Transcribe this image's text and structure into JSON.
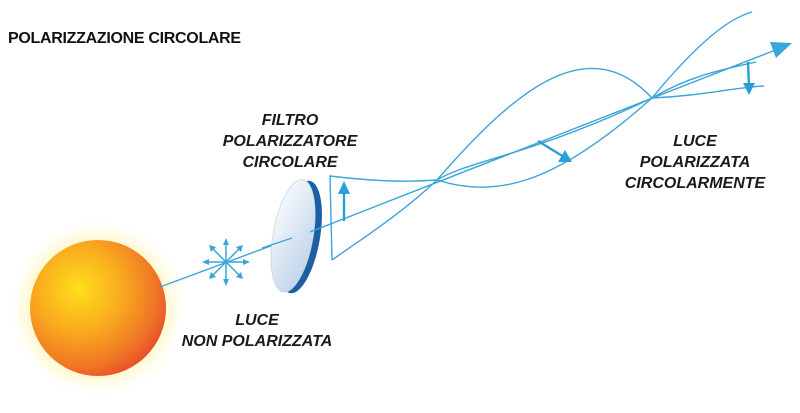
{
  "title": "POLARIZZAZIONE CIRCOLARE",
  "labels": {
    "filter": [
      "FILTRO",
      "POLARIZZATORE",
      "CIRCOLARE"
    ],
    "unpolarized": [
      "LUCE",
      "NON POLARIZZATA"
    ],
    "circular": [
      "LUCE",
      "POLARIZZATA",
      "CIRCOLARMENTE"
    ]
  },
  "colors": {
    "wave": "#3aa5d8",
    "arrow": "#2b9ed8",
    "lens": "#1d5fa3",
    "sun_core": "#ffd21a",
    "sun_edge": "#e8452a",
    "sun_glow": "#fff3a0"
  },
  "icons": {
    "sun": "sun-icon",
    "lens": "circular-polarizer-lens-icon",
    "star": "unpolarized-light-star-icon"
  }
}
